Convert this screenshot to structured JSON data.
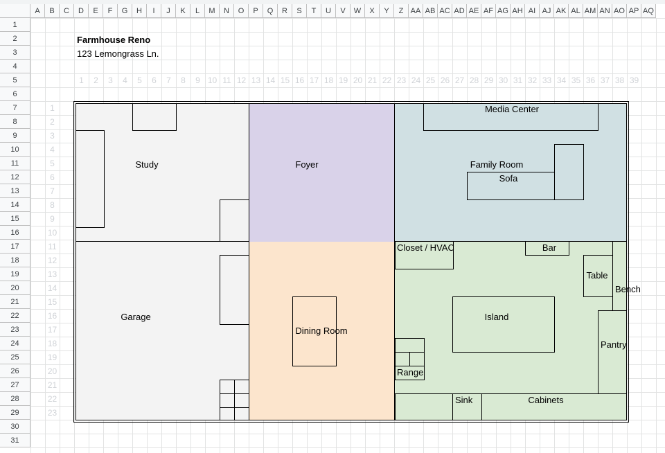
{
  "spreadsheet": {
    "columns": [
      "A",
      "B",
      "C",
      "D",
      "E",
      "F",
      "G",
      "H",
      "I",
      "J",
      "K",
      "L",
      "M",
      "N",
      "O",
      "P",
      "Q",
      "R",
      "S",
      "T",
      "U",
      "V",
      "W",
      "X",
      "Y",
      "Z",
      "AA",
      "AB",
      "AC",
      "AD",
      "AE",
      "AF",
      "AG",
      "AH",
      "AI",
      "AJ",
      "AK",
      "AL",
      "AM",
      "AN",
      "AO",
      "AP",
      "AQ"
    ],
    "rows": [
      "1",
      "2",
      "3",
      "4",
      "5",
      "6",
      "7",
      "8",
      "9",
      "10",
      "11",
      "12",
      "13",
      "14",
      "15",
      "16",
      "17",
      "18",
      "19",
      "20",
      "21",
      "22",
      "23",
      "24",
      "25",
      "26",
      "27",
      "28",
      "29",
      "30",
      "31"
    ]
  },
  "project": {
    "title": "Farmhouse Reno",
    "address": "123 Lemongrass Ln."
  },
  "grid_ruler": {
    "x_numbers": [
      "1",
      "2",
      "3",
      "4",
      "5",
      "6",
      "7",
      "8",
      "9",
      "10",
      "11",
      "12",
      "13",
      "14",
      "15",
      "16",
      "17",
      "18",
      "19",
      "20",
      "21",
      "22",
      "23",
      "24",
      "25",
      "26",
      "27",
      "28",
      "29",
      "30",
      "31",
      "32",
      "33",
      "34",
      "35",
      "36",
      "37",
      "38",
      "39"
    ],
    "y_numbers": [
      "1",
      "2",
      "3",
      "4",
      "5",
      "6",
      "7",
      "8",
      "9",
      "10",
      "11",
      "12",
      "13",
      "14",
      "15",
      "16",
      "17",
      "18",
      "19",
      "20",
      "21",
      "22",
      "23"
    ]
  },
  "floorplan": {
    "rooms": {
      "study": "Study",
      "foyer": "Foyer",
      "media_center": "Media Center",
      "family_room": "Family Room",
      "sofa": "Sofa",
      "garage": "Garage",
      "dining_room": "Dining Room",
      "closet_hvac": "Closet / HVAC",
      "bar": "Bar",
      "table": "Table",
      "bench": "Bench",
      "island": "Island",
      "pantry": "Pantry",
      "range": "Range",
      "sink": "Sink",
      "cabinets": "Cabinets"
    },
    "colors": {
      "study": "#f3f3f3",
      "garage": "#f3f3f3",
      "foyer": "#d9d2e9",
      "family": "#d0e0e3",
      "dining": "#fce5cd",
      "kitchen": "#d9ead3"
    }
  }
}
